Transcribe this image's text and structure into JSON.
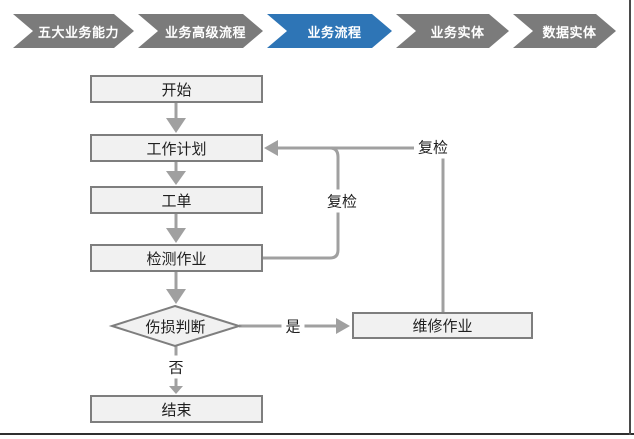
{
  "breadcrumb": {
    "active_color": "#2e75b6",
    "inactive_color": "#7b7b7b",
    "steps": [
      {
        "label": "五大业务能力",
        "active": false
      },
      {
        "label": "业务高级流程",
        "active": false
      },
      {
        "label": "业务流程",
        "active": true
      },
      {
        "label": "业务实体",
        "active": false
      },
      {
        "label": "数据实体",
        "active": false
      }
    ]
  },
  "flowchart": {
    "node_fill": "#f1f1f1",
    "node_border": "#7e7e7e",
    "connector_color": "#a0a0a0",
    "nodes": [
      {
        "id": "start",
        "label": "开始",
        "type": "process"
      },
      {
        "id": "plan",
        "label": "工作计划",
        "type": "process"
      },
      {
        "id": "order",
        "label": "工单",
        "type": "process"
      },
      {
        "id": "inspect",
        "label": "检测作业",
        "type": "process"
      },
      {
        "id": "judge",
        "label": "伤损判断",
        "type": "decision"
      },
      {
        "id": "repair",
        "label": "维修作业",
        "type": "process"
      },
      {
        "id": "end",
        "label": "结束",
        "type": "process"
      }
    ],
    "edges": [
      {
        "from": "start",
        "to": "plan",
        "label": ""
      },
      {
        "from": "plan",
        "to": "order",
        "label": ""
      },
      {
        "from": "order",
        "to": "inspect",
        "label": ""
      },
      {
        "from": "inspect",
        "to": "judge",
        "label": ""
      },
      {
        "from": "judge",
        "to": "repair",
        "label": "是"
      },
      {
        "from": "judge",
        "to": "end",
        "label": "否"
      },
      {
        "from": "inspect",
        "to": "plan",
        "label": "复检"
      },
      {
        "from": "repair",
        "to": "plan",
        "label": "复检"
      }
    ],
    "edge_labels": {
      "recheck_inner": "复检",
      "recheck_outer": "复检",
      "yes": "是",
      "no": "否"
    }
  }
}
